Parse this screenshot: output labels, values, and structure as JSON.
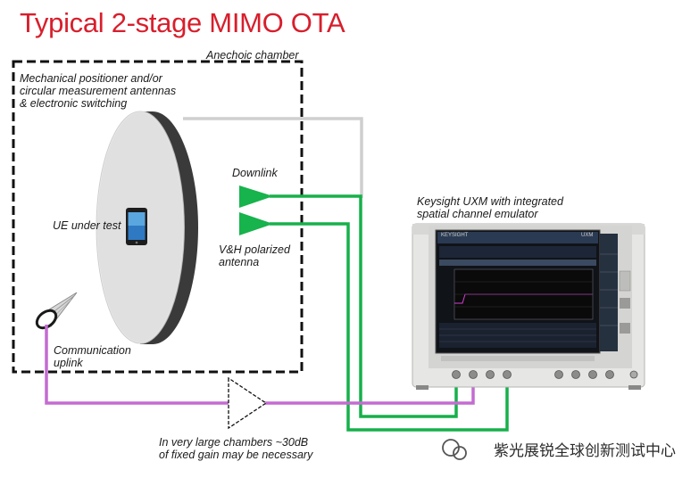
{
  "title": "Typical 2-stage MIMO OTA",
  "labels": {
    "chamber": "Anechoic chamber",
    "positioner": [
      "Mechanical positioner and/or",
      "circular measurement antennas",
      "& electronic switching"
    ],
    "ue": "UE under test",
    "downlink": "Downlink",
    "antenna": [
      "V&H polarized",
      "antenna"
    ],
    "uplink": [
      "Communication",
      "uplink"
    ],
    "uxm": [
      "Keysight UXM with integrated",
      "spatial channel emulator"
    ],
    "gain_note": [
      "In very large chambers ~30dB",
      "of fixed gain may be necessary"
    ]
  },
  "instrument": {
    "brand": "KEYSIGHT",
    "model": "UXM"
  },
  "watermark": "紫光展锐全球创新测试中心",
  "colors": {
    "title": "#d81e2c",
    "green": "#16b04a",
    "purple": "#c46bd1",
    "gray": "#c8c8c8"
  }
}
